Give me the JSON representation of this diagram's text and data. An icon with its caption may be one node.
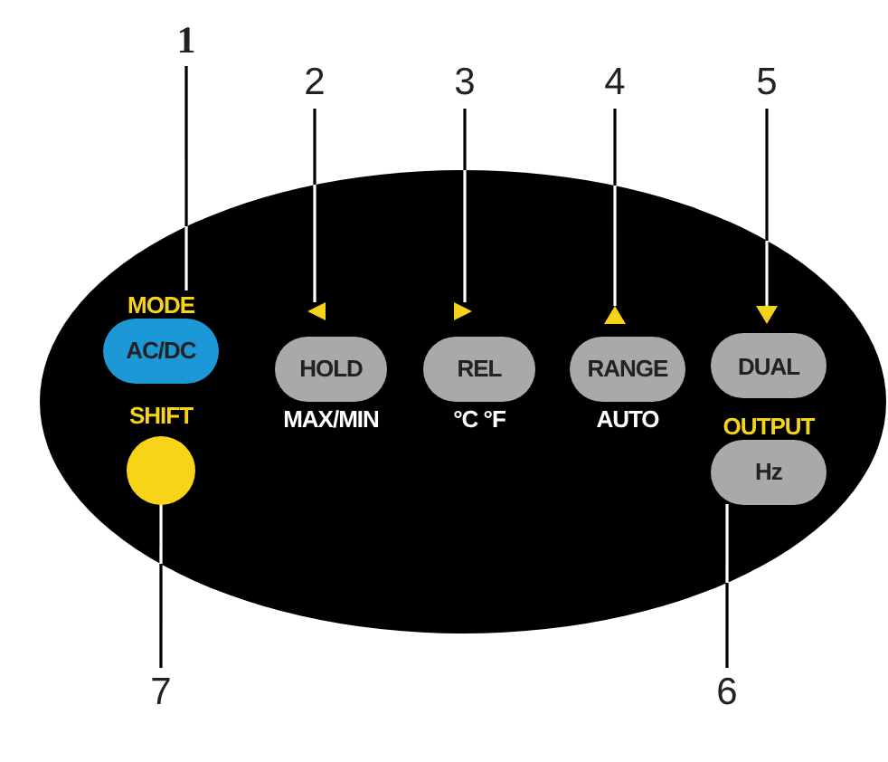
{
  "diagram": {
    "nodes": [
      {
        "text": [
          "1"
        ]
      },
      {
        "text": [
          "2"
        ]
      },
      {
        "text": [
          "3"
        ]
      },
      {
        "text": [
          "4"
        ]
      },
      {
        "text": [
          "5"
        ]
      },
      {
        "text": [
          "6"
        ]
      },
      {
        "text": [
          "7"
        ]
      },
      {
        "text": [
          "MODE",
          "AC/DC"
        ]
      },
      {
        "text": [
          "HOLD",
          "MAX/MIN"
        ]
      },
      {
        "text": [
          "REL",
          "°C °F"
        ]
      },
      {
        "text": [
          "RANGE",
          "AUTO"
        ]
      },
      {
        "text": [
          "DUAL"
        ]
      },
      {
        "text": [
          "OUTPUT",
          "Hz"
        ]
      },
      {
        "text": [
          "SHIFT"
        ]
      },
      {
        "text": [],
        "shape": "triangle"
      },
      {
        "text": [],
        "shape": "triangle"
      },
      {
        "text": [],
        "shape": "triangle"
      },
      {
        "text": [],
        "shape": "triangle"
      }
    ],
    "edges": [
      {
        "from": 0,
        "to": 7,
        "arrow": "none"
      },
      {
        "from": 1,
        "to": 14,
        "arrow": "none"
      },
      {
        "from": 2,
        "to": 15,
        "arrow": "none"
      },
      {
        "from": 3,
        "to": 16,
        "arrow": "none"
      },
      {
        "from": 4,
        "to": 17,
        "arrow": "none"
      },
      {
        "from": 5,
        "to": 12,
        "arrow": "none"
      },
      {
        "from": 6,
        "to": 13,
        "arrow": "none"
      }
    ]
  }
}
